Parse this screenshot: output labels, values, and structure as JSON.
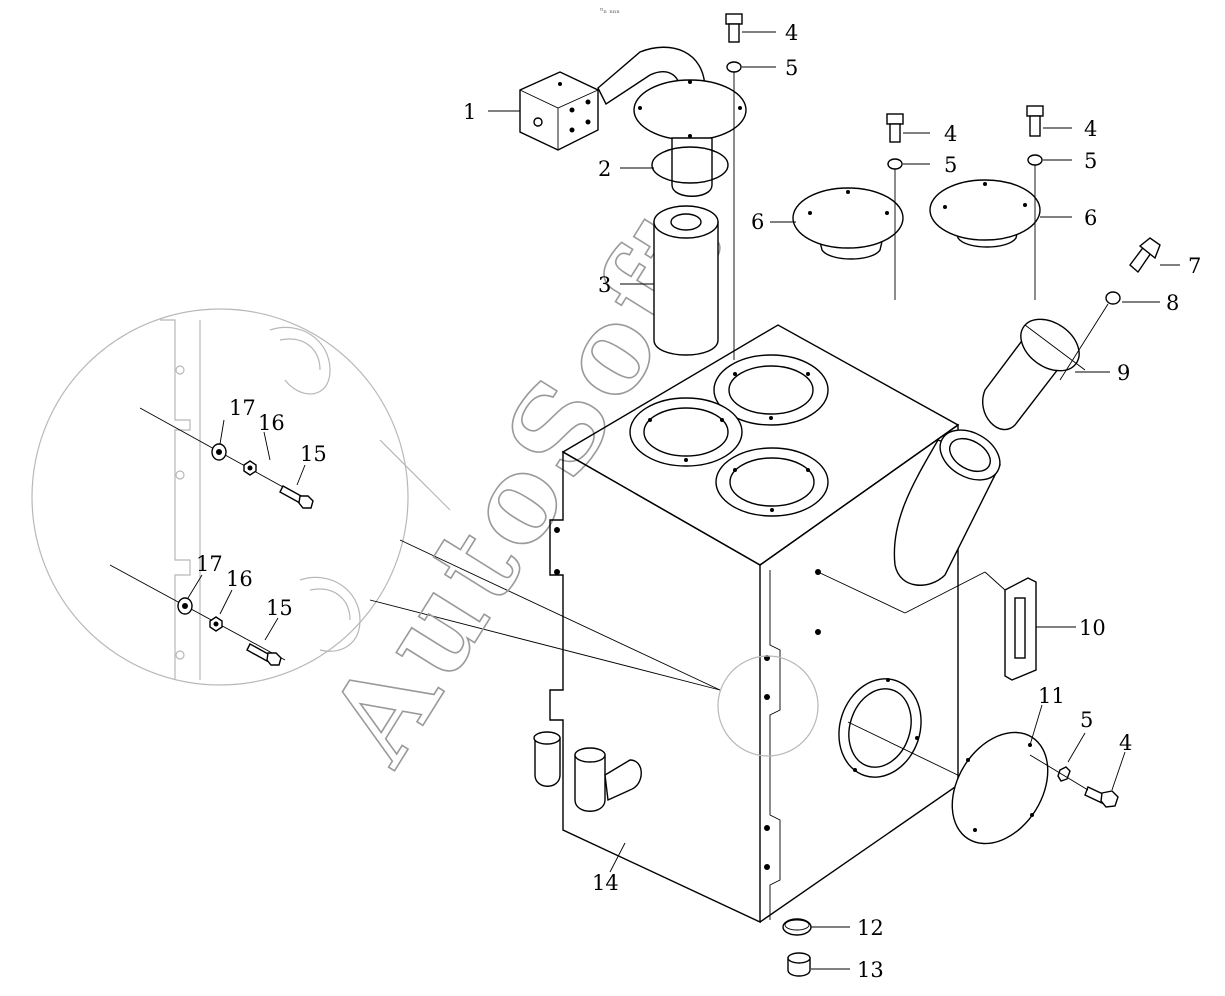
{
  "diagram": {
    "header_mark": "ⁿₙ ₙₙₙ",
    "watermark": "AutoSoft",
    "callouts": [
      {
        "id": "c1",
        "label": "1"
      },
      {
        "id": "c2",
        "label": "2"
      },
      {
        "id": "c3",
        "label": "3"
      },
      {
        "id": "c4a",
        "label": "4"
      },
      {
        "id": "c5a",
        "label": "5"
      },
      {
        "id": "c4b",
        "label": "4"
      },
      {
        "id": "c5b",
        "label": "5"
      },
      {
        "id": "c4c",
        "label": "4"
      },
      {
        "id": "c5c",
        "label": "5"
      },
      {
        "id": "c6a",
        "label": "6"
      },
      {
        "id": "c6b",
        "label": "6"
      },
      {
        "id": "c7",
        "label": "7"
      },
      {
        "id": "c8",
        "label": "8"
      },
      {
        "id": "c9",
        "label": "9"
      },
      {
        "id": "c10",
        "label": "10"
      },
      {
        "id": "c11",
        "label": "11"
      },
      {
        "id": "c5d",
        "label": "5"
      },
      {
        "id": "c4d",
        "label": "4"
      },
      {
        "id": "c12",
        "label": "12"
      },
      {
        "id": "c13",
        "label": "13"
      },
      {
        "id": "c14",
        "label": "14"
      },
      {
        "id": "c17a",
        "label": "17"
      },
      {
        "id": "c16a",
        "label": "16"
      },
      {
        "id": "c15a",
        "label": "15"
      },
      {
        "id": "c17b",
        "label": "17"
      },
      {
        "id": "c16b",
        "label": "16"
      },
      {
        "id": "c15b",
        "label": "15"
      }
    ]
  }
}
